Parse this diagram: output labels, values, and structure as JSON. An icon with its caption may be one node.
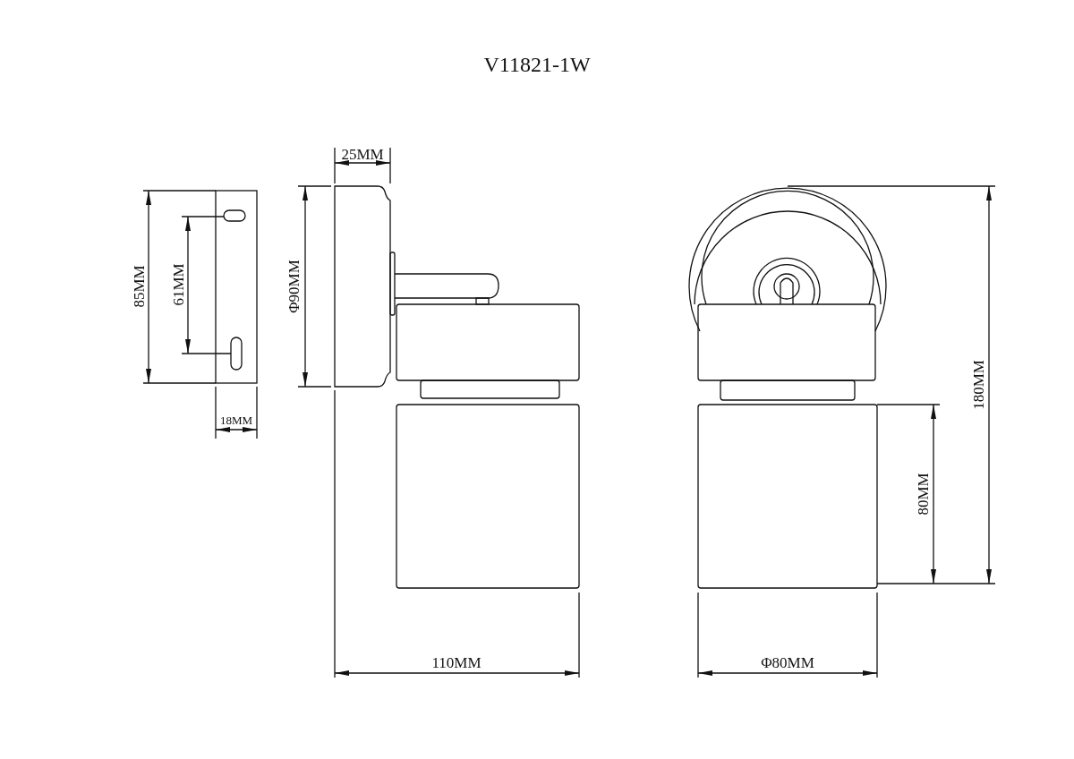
{
  "diagram": {
    "title": "V11821-1W",
    "labels": [
      "25MM",
      "85MM",
      "61MM",
      "Φ90MM",
      "180MM",
      "80MM",
      "18MM",
      "110MM",
      "Φ80MM"
    ]
  }
}
